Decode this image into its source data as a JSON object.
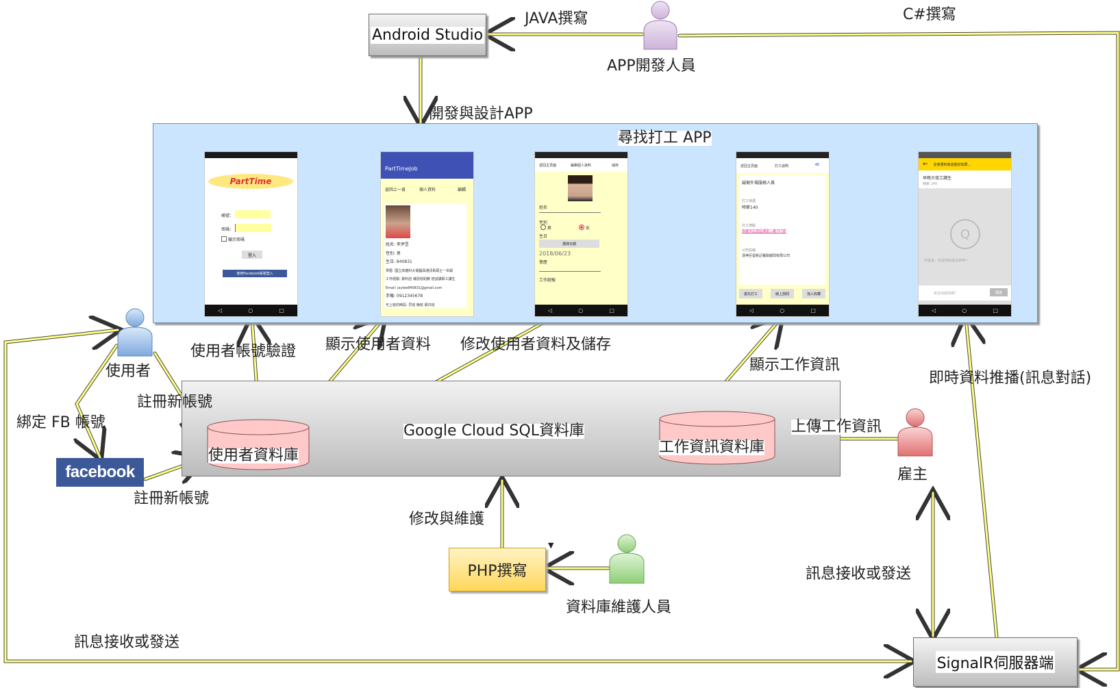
{
  "nodes": {
    "android_studio": "Android Studio",
    "app_developer": "APP開發人員",
    "app_panel_title": "尋找打工 APP",
    "database_group": "Google Cloud SQL資料庫",
    "user_db": "使用者資料庫",
    "job_db": "工作資訊資料庫",
    "user": "使用者",
    "employer": "雇主",
    "facebook": "facebook",
    "php": "PHP撰寫",
    "db_maintainer": "資料庫維護人員",
    "signalr": "SignalR伺服器端"
  },
  "edge_labels": {
    "java": "JAVA撰寫",
    "csharp": "C#撰寫",
    "develop_app": "開發與設計APP",
    "verify_account": "使用者帳號驗證",
    "show_user_data": "顯示使用者資料",
    "edit_user_data": "修改使用者資料及儲存",
    "show_job_info": "顯示工作資訊",
    "realtime_push": "即時資料推播(訊息對話)",
    "register_1": "註冊新帳號",
    "bind_fb": "綁定 FB 帳號",
    "register_2": "註冊新帳號",
    "upload_job": "上傳工作資訊",
    "modify_maintain": "修改與維護",
    "msg_employer": "訊息接收或發送",
    "msg_user": "訊息接收或發送"
  },
  "screens": {
    "login": {
      "logo": "PartTime",
      "account": "帳號：",
      "password": "密碼：",
      "show_password": "顯示密碼",
      "login_btn": "登入",
      "fb_login": "使用Facebook帳號登入"
    },
    "profile": {
      "app_bar": "PartTimeJob",
      "back": "返回上一頁",
      "personal": "個人資料",
      "edit": "編輯",
      "lines": [
        "姓名: 李尹昱",
        "性別: 男",
        "生日: 840831",
        "學歷: 國立高雄科大電腦與通訊系碩士一年級",
        "工作經驗: 飲料店 補習班助教 培訓講師工讀生",
        "Email: jaylee840831@gmail.com",
        "手機: 0912345678",
        "可上班的時段: 早班 晚班 假日班"
      ]
    },
    "edit_profile": {
      "back": "返回主頁面",
      "title": "編輯個人資料",
      "save": "儲存",
      "name": "姓名",
      "gender": "性別",
      "male": "男",
      "female": "女",
      "birthday": "生日",
      "pick_date": "選擇日期",
      "date": "2018/06/23",
      "edu": "學歷",
      "work": "工作經驗"
    },
    "job_detail": {
      "back": "返回主頁面",
      "title": "打工說明",
      "job": "誠徵外場服務人員",
      "pay_label": "打工待遇",
      "pay": "時薪140",
      "place_label": "打工地點",
      "place": "高雄市左營區博愛二路757號",
      "company_label": "公司名稱",
      "company": "漢神巨蛋新記餐飲顧問有限公司",
      "btn1": "搶先打工",
      "btn2": "線上詢問",
      "btn3": "加入收藏"
    },
    "chat": {
      "title": "全家便利商店股份有限...",
      "job": "早晚大夜工讀生",
      "pay": "時薪 140",
      "empty": "別害羞，有疑問就提出來吧～",
      "input": "有任何疑問嗎?",
      "send": "傳送"
    }
  }
}
